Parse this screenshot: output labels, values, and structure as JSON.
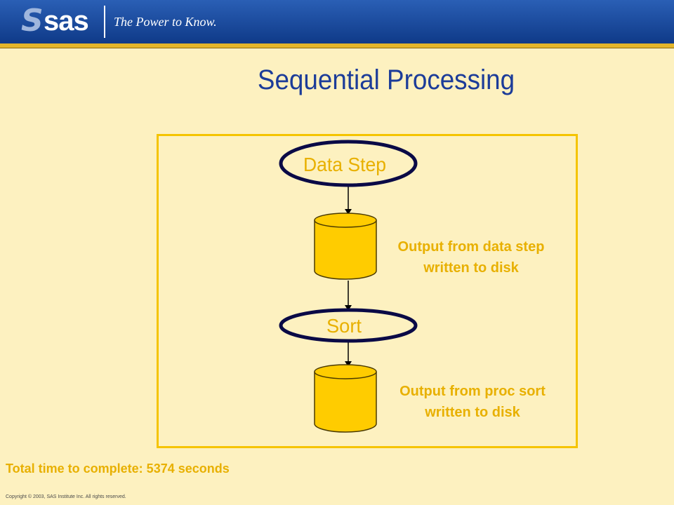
{
  "header": {
    "logo": "sas",
    "tagline": "The Power to Know."
  },
  "slide": {
    "title": "Sequential Processing"
  },
  "diagram": {
    "step1_label": "Data Step",
    "output1_caption_line1": "Output from data step",
    "output1_caption_line2": "written to disk",
    "step2_label": "Sort",
    "output2_caption_line1": "Output from proc sort",
    "output2_caption_line2": "written to disk",
    "colors": {
      "node_fill": "#fdf1c0",
      "node_outline": "#0a0a46",
      "disk_fill": "#ffcc00",
      "disk_outline": "#4a3a00",
      "accent_text": "#e8b000"
    }
  },
  "footer": {
    "total_time": "Total time to complete: 5374 seconds",
    "copyright": "Copyright © 2003,  SAS Institute Inc. All rights reserved."
  }
}
